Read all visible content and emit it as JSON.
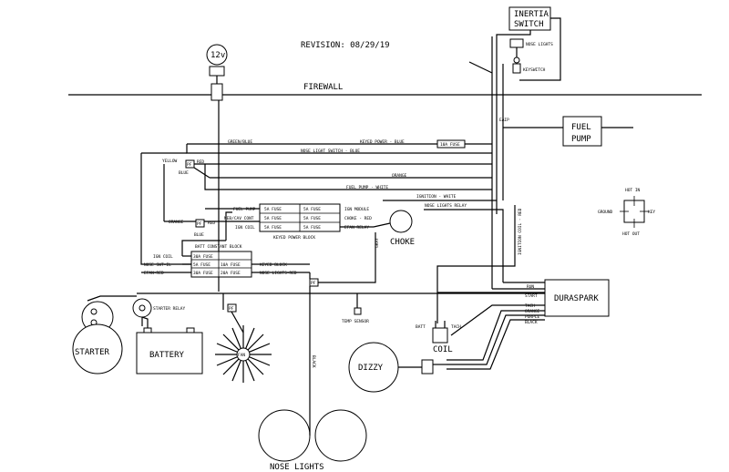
{
  "revision": "REVISION: 08/29/19",
  "firewall": "FIREWALL",
  "battery_12v": "12v",
  "inertia_switch": {
    "line1": "INERTIA",
    "line2": "SWITCH"
  },
  "nose_lights_small": "NOSE LIGHTS",
  "keyswitch": "KEYSWITCH",
  "fuel_pump": {
    "line1": "FUEL",
    "line2": "PUMP"
  },
  "pin_label": "EAIP",
  "relay_diagram": {
    "hot_in": "HOT IN",
    "hot_out": "HOT OUT",
    "ground": "GROUND",
    "key": "KEY"
  },
  "wires": {
    "green_blue": "GREEN/BLUE",
    "keyed_power_blue": "KEYED POWER - BLUE",
    "nose_light_switch_blue": "NOSE LIGHT SWITCH - BLUE",
    "yellow": "YELLOW",
    "red": "RED",
    "blue_a": "BLUE",
    "orange": "ORANGE",
    "fuel_pump_white": "FUEL PUMP - WHITE",
    "ignition_white": "IGNITION - WHITE",
    "nose_lights_relay": "NOSE LIGHTS RELAY",
    "ignition_coil_red": "IGNITION COIL - RED",
    "gray": "GRAY",
    "black": "BLACK",
    "orange_b": "ORANGE",
    "red_b": "RED",
    "blue_b": "BLUE",
    "ign_coil": "IGN COIL",
    "nose_swt_il": "NOSE SWT-IL",
    "efan_red": "EFAN-RED"
  },
  "fuse_10a": "10A FUSE",
  "fuse_10a_left": "10A FUSE",
  "keyed_block": {
    "title": "KEYED POWER BLOCK",
    "rows": [
      {
        "left": "FUEL PUMP",
        "a": "5A FUSE",
        "b": "5A FUSE",
        "right": "IGN MODULE"
      },
      {
        "left": "NEB/CAV CONT",
        "a": "5A FUSE",
        "b": "5A FUSE",
        "right": "CHOKE - RED"
      },
      {
        "left": "IGN COIL",
        "a": "5A FUSE",
        "b": "5A FUSE",
        "right": "EFAN RELAY"
      }
    ]
  },
  "batt_block": {
    "title": "BATT CONSTANT BLOCK",
    "rows": [
      {
        "a": "30A FUSE",
        "b": "",
        "right": ""
      },
      {
        "a": "5A FUSE",
        "b": "10A FUSE",
        "right": "KEYED BLOCK"
      },
      {
        "a": "30A FUSE",
        "b": "20A FUSE",
        "right": "NOSE LIGHTS-RED"
      }
    ]
  },
  "pf_label": "PF",
  "choke": "CHOKE",
  "duraspark": {
    "title": "DURASPARK",
    "pins": [
      "RUN",
      "START",
      "TACH",
      "ORANGE",
      "PURPLE",
      "BLACK"
    ]
  },
  "coil": {
    "title": "COIL",
    "batt": "BATT",
    "tach": "TACH"
  },
  "dizzy": "DIZZY",
  "starter": "STARTER",
  "starter_relay": "STARTER RELAY",
  "battery": "BATTERY",
  "fan": "FAN",
  "temp_sensor": "TEMP SENSOR",
  "nose_lights": "NOSE LIGHTS"
}
